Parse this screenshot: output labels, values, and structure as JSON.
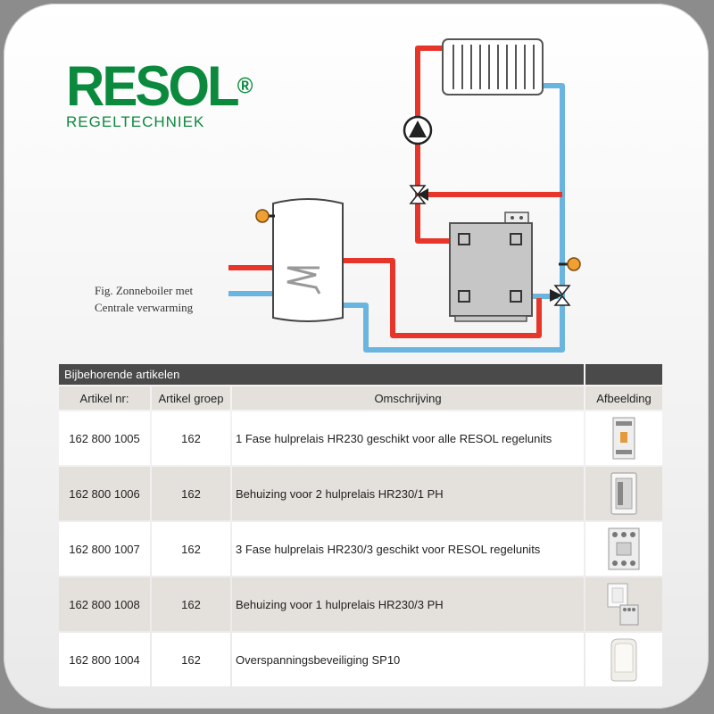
{
  "logo": {
    "brand": "RESOL",
    "registered": "®",
    "subtitle": "REGELTECHNIEK"
  },
  "figure": {
    "caption_line1": "Fig. Zonneboiler met",
    "caption_line2": "Centrale verwarming"
  },
  "table": {
    "title": "Bijbehorende artikelen",
    "headers": [
      "Artikel nr:",
      "Artikel groep",
      "Omschrijving",
      "Afbeelding"
    ],
    "rows": [
      {
        "nr": "162 800 1005",
        "groep": "162",
        "omschrijving": "1 Fase hulprelais HR230 geschikt voor alle RESOL regelunits",
        "image": "relay-single-phase"
      },
      {
        "nr": "162 800 1006",
        "groep": "162",
        "omschrijving": "Behuizing voor 2 hulprelais HR230/1 PH",
        "image": "enclosure-2"
      },
      {
        "nr": "162 800 1007",
        "groep": "162",
        "omschrijving": "3 Fase hulprelais HR230/3 geschikt voor RESOL regelunits",
        "image": "relay-three-phase"
      },
      {
        "nr": "162 800 1008",
        "groep": "162",
        "omschrijving": "Behuizing voor 1 hulprelais HR230/3 PH",
        "image": "enclosure-1"
      },
      {
        "nr": "162 800 1004",
        "groep": "162",
        "omschrijving": "Overspanningsbeveiliging SP10",
        "image": "surge-protector"
      }
    ]
  },
  "colors": {
    "brand": "#0b8a3e",
    "hot_pipe": "#e8352a",
    "cold_pipe": "#6ab4e0",
    "sensor": "#f0a030"
  }
}
